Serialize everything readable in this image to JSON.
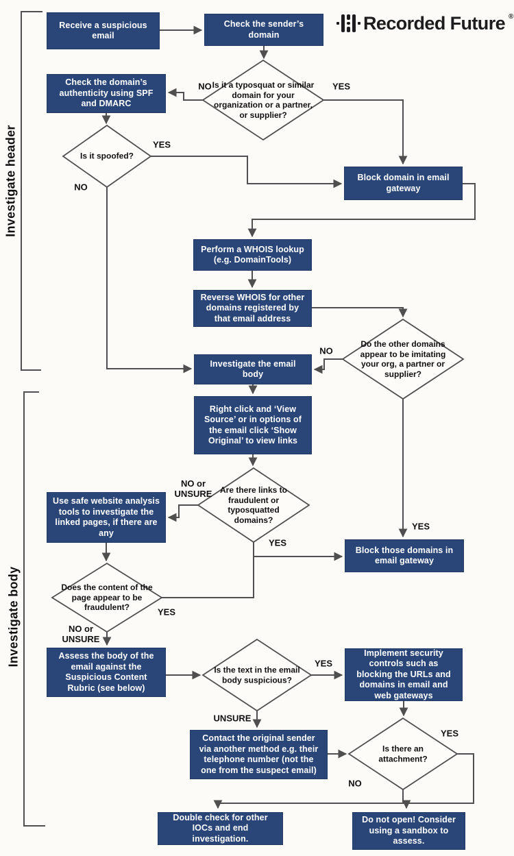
{
  "brand": {
    "name": "Recorded Future",
    "registered_mark": "®"
  },
  "sections": {
    "header": "Investigate header",
    "body": "Investigate body"
  },
  "nodes": {
    "receive_email": "Receive a suspicious email",
    "check_sender_domain": "Check the sender’s domain",
    "check_spf_dmarc": "Check the domain’s authenticity using SPF and DMARC",
    "block_domain_gateway": "Block domain in email gateway",
    "whois_lookup": "Perform a WHOIS lookup (e.g. DomainTools)",
    "reverse_whois": "Reverse WHOIS for other domains registered by that email address",
    "investigate_email_body": "Investigate the email body",
    "view_source": "Right click and ‘View Source’ or in options of the email click ‘Show Original’ to view links",
    "safe_website_tools": "Use safe website analysis tools to investigate the linked pages, if there are any",
    "block_those_domains": "Block those domains in email gateway",
    "assess_rubric": "Assess the body of the email against the Suspicious Content Rubric (see below)",
    "implement_controls": "Implement security controls such as blocking the URLs and domains in email and web gateways",
    "contact_sender": "Contact the original sender via another method e.g. their telephone number (not the one from the suspect email)",
    "double_check_iocs": "Double check for other IOCs and end investigation.",
    "do_not_open": "Do not open! Consider using a sandbox to assess."
  },
  "decisions": {
    "typosquat": "Is it a typosquat or similar domain for your organization or a partner, or supplier?",
    "spoofed": "Is it spoofed?",
    "other_domains_imitating": "Do the other domains appear to be imitating your org, a partner or supplier?",
    "links_fraudulent": "Are there links to fraudulent or typosquatted domains?",
    "content_fraudulent": "Does the content of the page appear to be fraudulent?",
    "text_suspicious": "Is the text in the email body suspicious?",
    "attachment": "Is there an attachment?"
  },
  "edge_labels": {
    "typosquat_no": "NO",
    "typosquat_yes": "YES",
    "spoofed_yes": "YES",
    "spoofed_no": "NO",
    "imitating_no": "NO",
    "imitating_yes": "YES",
    "links_no_unsure": "NO or\nUNSURE",
    "links_yes": "YES",
    "content_yes": "YES",
    "content_no_unsure": "NO or\nUNSURE",
    "suspicious_yes": "YES",
    "suspicious_unsure": "UNSURE",
    "attachment_yes": "YES",
    "attachment_no": "NO"
  },
  "colors": {
    "node_fill": "#2a4679",
    "node_text": "#ffffff",
    "line": "#4f4f4f",
    "background": "#fcfbf7"
  }
}
